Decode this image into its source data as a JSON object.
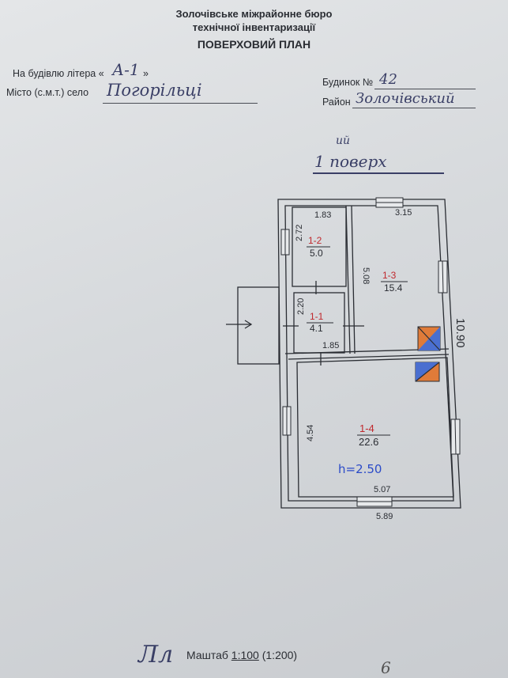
{
  "header": {
    "line1": "Золочівське міжрайонне бюро",
    "line2": "технічної інвентаризації",
    "title": "ПОВЕРХОВИЙ ПЛАН"
  },
  "fields": {
    "building_label": "На будівлю літера «",
    "building_value": "А-1",
    "building_close": "»",
    "city_label": "Місто (с.м.т.) село",
    "city_value": "Погорільці",
    "house_label": "Будинок №",
    "house_value": "42",
    "district_label": "Район",
    "district_value": "Золочівський"
  },
  "floor": {
    "superscript": "ий",
    "label": "1 поверх"
  },
  "plan": {
    "dimensions": {
      "r12_width": "1.83",
      "r12_height": "2.72",
      "r13_width": "3.15",
      "r13_height": "5.08",
      "r11_height": "2.20",
      "r11_width": "1.85",
      "overall_height": "10.90",
      "r14_height": "4.54",
      "r14_inner_width": "5.07",
      "overall_width": "5.89"
    },
    "rooms": [
      {
        "code": "1-2",
        "area": "5.0"
      },
      {
        "code": "1-3",
        "area": "15.4"
      },
      {
        "code": "1-1",
        "area": "4.1"
      },
      {
        "code": "1-4",
        "area": "22.6"
      }
    ],
    "ceiling_height": "h=2.50",
    "colors": {
      "room_code": "#c0282d",
      "ink": "#2a2d33",
      "stove_orange": "#e07b39",
      "stove_blue": "#4a6fd0",
      "ceiling_ink": "#2b4bc8"
    }
  },
  "footer": {
    "scale_label": "Маштаб",
    "scale_value": "1:100",
    "scale_alt": "(1:200)",
    "signature": "Лл",
    "page_mark": "6"
  }
}
